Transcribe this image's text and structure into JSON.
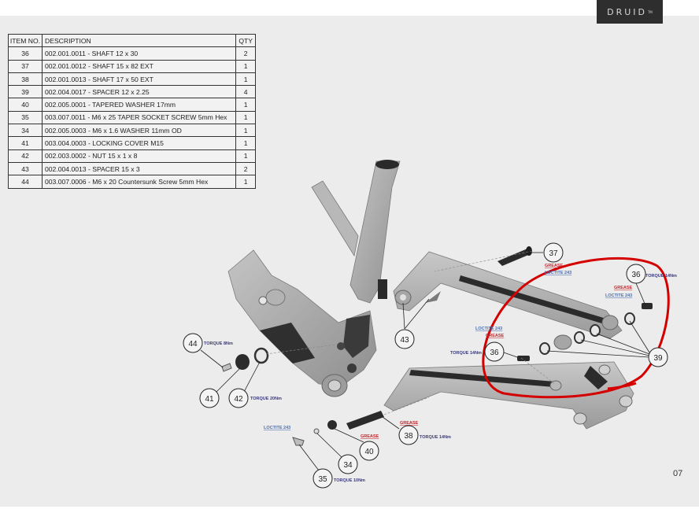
{
  "brand": {
    "name": "DRUID",
    "mark": "TM"
  },
  "page_number": "07",
  "parts_table": {
    "headers": {
      "item": "ITEM NO.",
      "description": "DESCRIPTION",
      "qty": "QTY"
    },
    "rows": [
      {
        "item": "36",
        "description": "002.001.0011 - SHAFT 12 x 30",
        "qty": "2"
      },
      {
        "item": "37",
        "description": "002.001.0012 - SHAFT 15 x 82 EXT",
        "qty": "1"
      },
      {
        "item": "38",
        "description": "002.001.0013 - SHAFT 17 x 50 EXT",
        "qty": "1"
      },
      {
        "item": "39",
        "description": "002.004.0017 - SPACER 12 x 2.25",
        "qty": "4"
      },
      {
        "item": "40",
        "description": "002.005.0001 - TAPERED WASHER 17mm",
        "qty": "1"
      },
      {
        "item": "35",
        "description": "003.007.0011 - M6 x 25 TAPER SOCKET SCREW 5mm Hex",
        "qty": "1"
      },
      {
        "item": "34",
        "description": "002.005.0003 - M6 x 1.6 WASHER 11mm OD",
        "qty": "1"
      },
      {
        "item": "41",
        "description": "003.004.0003 - LOCKING COVER M15",
        "qty": "1"
      },
      {
        "item": "42",
        "description": "002.003.0002 - NUT 15 x 1 x 8",
        "qty": "1"
      },
      {
        "item": "43",
        "description": "002.004.0013 - SPACER 15 x 3",
        "qty": "2"
      },
      {
        "item": "44",
        "description": "003.007.0006 - M6 x 20 Countersunk Screw 5mm Hex",
        "qty": "1"
      }
    ]
  },
  "callouts": {
    "c37": "37",
    "c36a": "36",
    "c36b": "36",
    "c39": "39",
    "c43": "43",
    "c44": "44",
    "c41": "41",
    "c42": "42",
    "c38": "38",
    "c40": "40",
    "c34": "34",
    "c35": "35"
  },
  "notes": {
    "grease_37": "GREASE",
    "loctite_37": "LOCTITE 243",
    "torque_36a": "TORQUE 14Nm",
    "grease_36a": "GREASE",
    "loctite_36a": "LOCTITE 243",
    "loctite_36b": "LOCTITE 243",
    "grease_36b": "GREASE",
    "torque_36b": "TORQUE 14Nm",
    "torque_44": "TORQUE 8Nm",
    "torque_42": "TORQUE 20Nm",
    "grease_38": "GREASE",
    "torque_38": "TORQUE 14Nm",
    "loctite_35": "LOCTITE 243",
    "grease_40": "GREASE",
    "torque_35": "TORQUE 10Nm"
  },
  "colors": {
    "background": "#ececec",
    "frame": "#a9a9a9",
    "frame_shadow": "#8d8d8d",
    "hardware": "#2b2b2b",
    "annotation_red": "#d40000",
    "grease": "#c0272d",
    "torque": "#3b3a7a",
    "loctite": "#4a6fb0"
  }
}
